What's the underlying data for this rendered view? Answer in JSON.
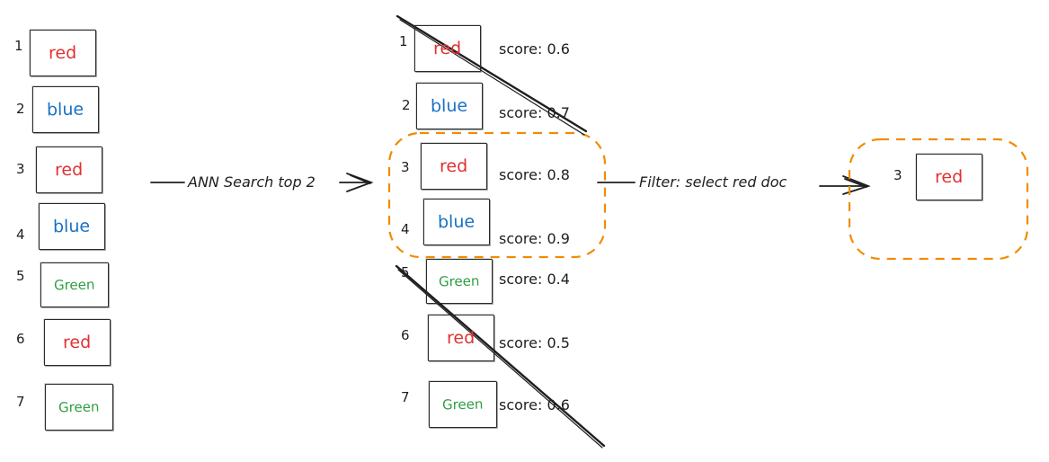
{
  "diagram": {
    "initial_docs": [
      {
        "num": "1",
        "word": "red",
        "color": "#e03131"
      },
      {
        "num": "2",
        "word": "blue",
        "color": "#1971c2"
      },
      {
        "num": "3",
        "word": "red",
        "color": "#e03131"
      },
      {
        "num": "4",
        "word": "blue",
        "color": "#1971c2"
      },
      {
        "num": "5",
        "word": "Green",
        "color": "#2f9e44"
      },
      {
        "num": "6",
        "word": "red",
        "color": "#e03131"
      },
      {
        "num": "7",
        "word": "Green",
        "color": "#2f9e44"
      }
    ],
    "step1_label": "ANN Search top 2",
    "scored_docs": [
      {
        "num": "1",
        "word": "red",
        "score": "score: 0.6"
      },
      {
        "num": "2",
        "word": "blue",
        "score": "score: 0.7"
      },
      {
        "num": "3",
        "word": "red",
        "score": "score: 0.8"
      },
      {
        "num": "4",
        "word": "blue",
        "score": "score: 0.9"
      },
      {
        "num": "5",
        "word": "Green",
        "score": "score: 0.4"
      },
      {
        "num": "6",
        "word": "red",
        "score": "score: 0.5"
      },
      {
        "num": "7",
        "word": "Green",
        "score": "score: 0.6"
      }
    ],
    "step2_label": "Filter: select red doc",
    "result": {
      "num": "3",
      "word": "red"
    },
    "colors": {
      "red": "#e03131",
      "blue": "#1971c2",
      "green": "#2f9e44",
      "highlight": "#f08c00",
      "stroke": "#1e1e1e"
    }
  }
}
